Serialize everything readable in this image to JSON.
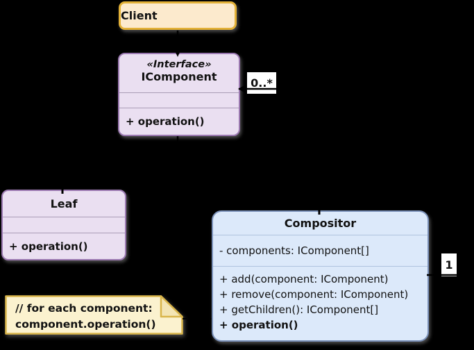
{
  "diagram": {
    "kind": "uml-class-diagram",
    "background": "#000000"
  },
  "classes": {
    "client": {
      "title": "Client"
    },
    "icomponent": {
      "stereotype": "«Interface»",
      "title": "IComponent",
      "operations": [
        "+ operation()"
      ]
    },
    "leaf": {
      "title": "Leaf",
      "operations": [
        "+ operation()"
      ]
    },
    "compositor": {
      "title": "Compositor",
      "attributes": [
        "- components: IComponent[]"
      ],
      "methods": [
        "+ add(component: IComponent)",
        "+ remove(component: IComponent)",
        "+ getChildren(): IComponent[]",
        "+ operation()"
      ]
    }
  },
  "note": {
    "line1": "// for each component:",
    "line2": "component.operation()"
  },
  "multiplicity": {
    "near_interface": "0..*",
    "near_compositor": "1"
  },
  "colors": {
    "background": "#000000",
    "client_fill": "#FCEACD",
    "client_border": "#E3B137",
    "interface_fill": "#EADFF1",
    "interface_border": "#9B79B1",
    "compositor_fill": "#DCE9FA",
    "compositor_border": "#7A90B8",
    "note_fill": "#FBF2CF",
    "note_border": "#D9B54A",
    "label_chip": "#FFFFFF",
    "text": "#111111"
  }
}
